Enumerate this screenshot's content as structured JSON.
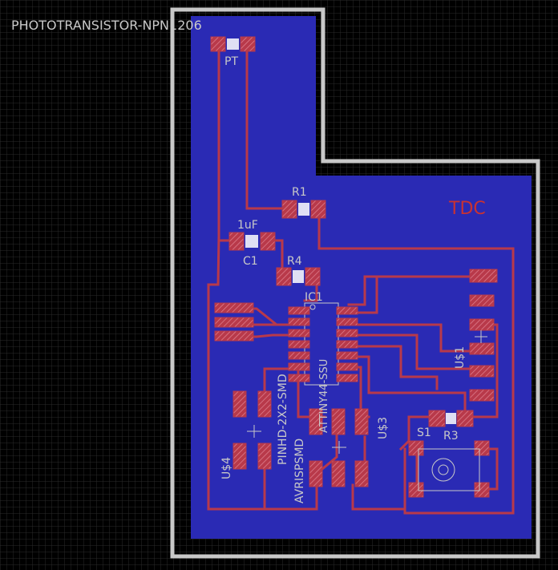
{
  "board": {
    "title": "PHOTOTRANSISTOR-NPN1206",
    "logo": "TDC",
    "colors": {
      "background": "#000000",
      "grid": "#2a2a2a",
      "outline": "#c8c8c8",
      "copper_fill": "#2a2ab4",
      "trace": "#b8394a",
      "pad": "#b8394a",
      "label": "#c8c8c8",
      "logo": "#c83232"
    }
  },
  "labels": {
    "pt": "PT",
    "r1": "R1",
    "c1_value": "1uF",
    "c1": "C1",
    "r4": "R4",
    "ic1": "IC1",
    "attiny": "ATTINY44-SSU",
    "us1": "U$1",
    "pinhd": "PINHD-2X2-SMD",
    "us4": "U$4",
    "avrispsmd": "AVRISPSMD",
    "us3": "U$3",
    "s1": "S1",
    "r3": "R3"
  }
}
